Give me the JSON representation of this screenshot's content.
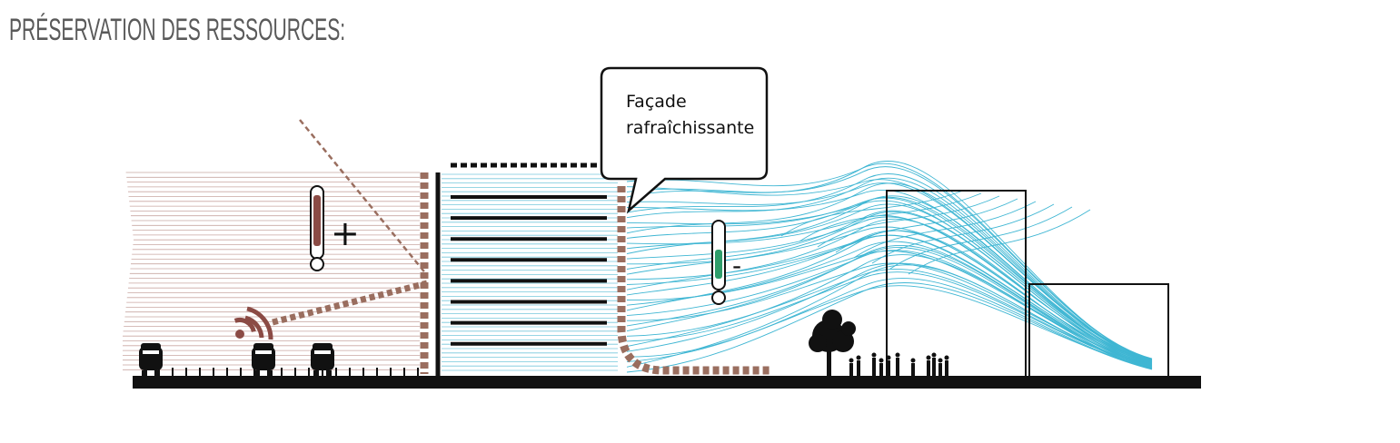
{
  "header": {
    "title": "PRÉSERVATION DES RESSOURCES:"
  },
  "diagram": {
    "callout": {
      "line1": "Façade",
      "line2": "rafraîchissante"
    },
    "left_thermometer": {
      "sign": "+",
      "fill_color": "#8b4b45"
    },
    "right_thermometer": {
      "sign": "-",
      "fill_color": "#2f9e6b"
    }
  },
  "colors": {
    "hot_air": "#c9a7a2",
    "cool_air": "#3fb6d3",
    "cool_air_left": "#77c8dc",
    "brick": "#9a6e5f",
    "ink": "#111111"
  }
}
